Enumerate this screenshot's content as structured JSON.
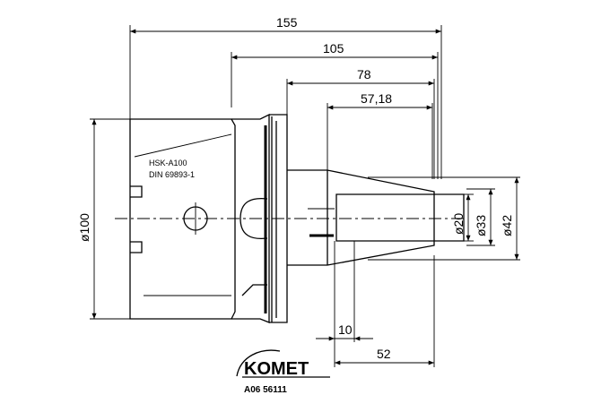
{
  "dimensions": {
    "overall_length": "155",
    "body_length": "105",
    "flange_length": "78",
    "shank_length": "57,18",
    "diameter_100": "ø100",
    "diameter_20": "ø20",
    "diameter_33": "ø33",
    "diameter_42": "ø42",
    "offset_10": "10",
    "length_52": "52"
  },
  "body_labels": {
    "line1": "HSK-A100",
    "line2": "DIN 69893-1"
  },
  "logo": {
    "brand": "KOMET",
    "article": "A06 56111"
  }
}
